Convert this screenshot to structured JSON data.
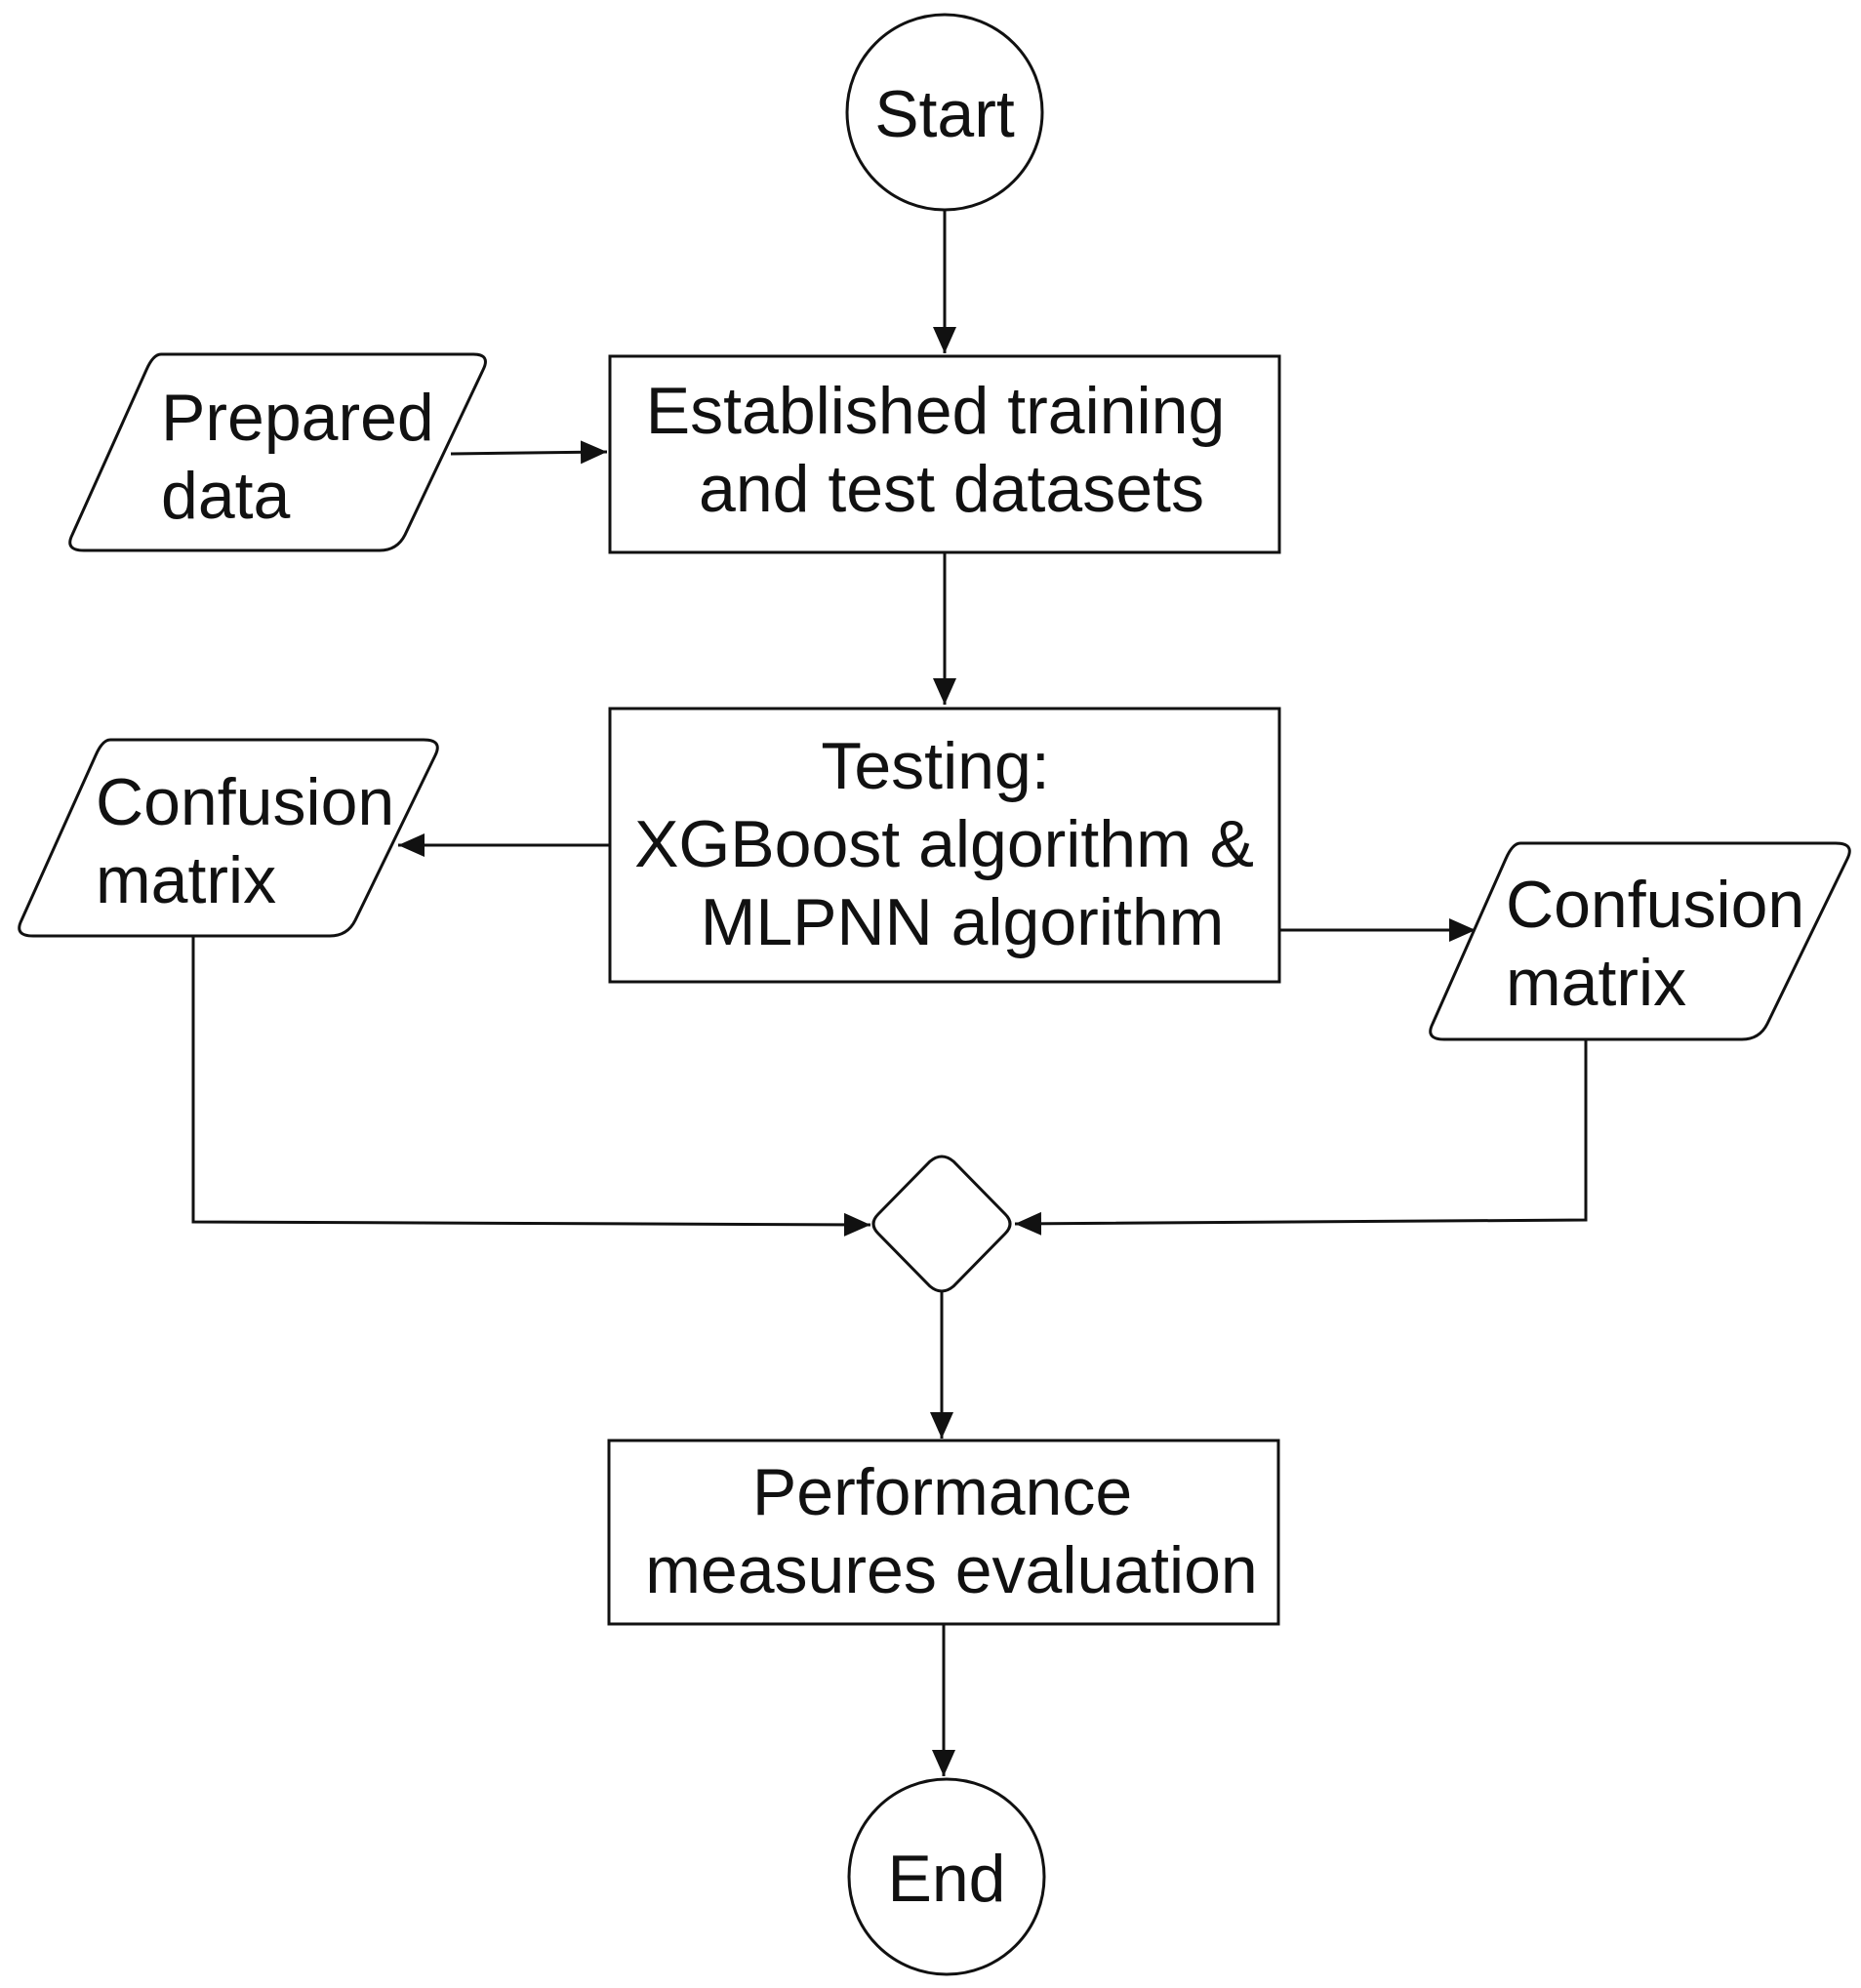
{
  "nodes": {
    "start": {
      "label": "Start"
    },
    "prepared_data": {
      "lines": [
        "Prepared",
        "data"
      ]
    },
    "datasets": {
      "lines": [
        "Established training",
        "and test datasets"
      ]
    },
    "testing": {
      "lines": [
        "Testing:",
        "XGBoost algorithm &",
        "MLPNN algorithm"
      ]
    },
    "confusion_left": {
      "lines": [
        "Confusion",
        "matrix"
      ]
    },
    "confusion_right": {
      "lines": [
        "Confusion",
        "matrix"
      ]
    },
    "evaluation": {
      "lines": [
        "Performance",
        "measures evaluation"
      ]
    },
    "end": {
      "label": "End"
    }
  },
  "colors": {
    "stroke": "#111111",
    "background": "#ffffff"
  }
}
